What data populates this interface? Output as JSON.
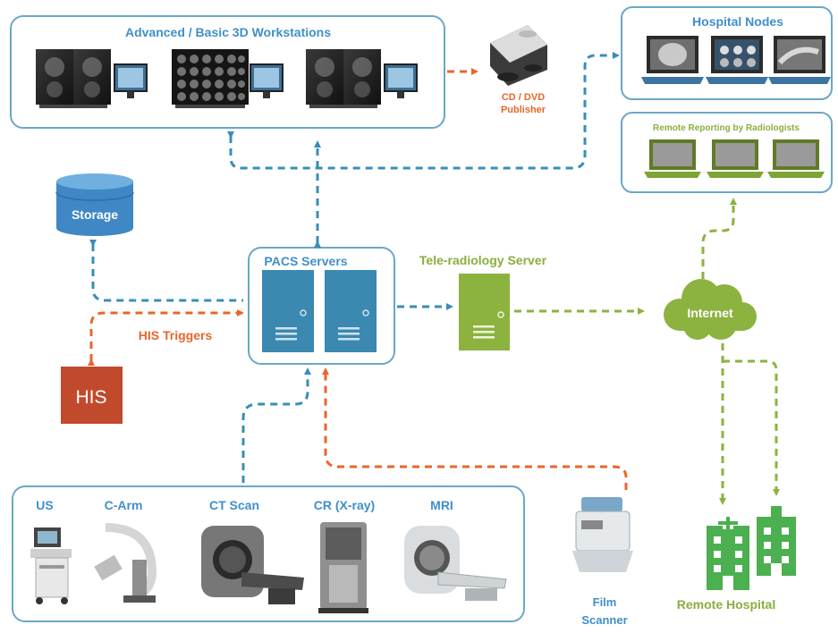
{
  "labels": {
    "workstations": "Advanced / Basic 3D Workstations",
    "cd_publisher": [
      "CD / DVD",
      "Publisher"
    ],
    "hospital_nodes": "Hospital Nodes",
    "remote_reporting": "Remote Reporting by Radiologists",
    "storage": "Storage",
    "pacs_servers": "PACS Servers",
    "teleradiology_server": "Tele-radiology Server",
    "internet": "Internet",
    "his_triggers": "HIS Triggers",
    "his": "HIS",
    "film_scanner": [
      "Film",
      "Scanner"
    ],
    "remote_hospital": "Remote Hospital",
    "modalities": [
      "US",
      "C-Arm",
      "CT Scan",
      "CR (X-ray)",
      "MRI"
    ]
  },
  "colors": {
    "blue_text": "#3f8fca",
    "blue_flow": "#3a8db6",
    "orange_flow": "#e8662b",
    "green_flow": "#8cb23f",
    "green_text": "#8aae3e",
    "box_border": "#6aa7c7",
    "server_blue": "#3b88b0",
    "his_red": "#c24a2c",
    "hospital_green": "#4caf50"
  }
}
